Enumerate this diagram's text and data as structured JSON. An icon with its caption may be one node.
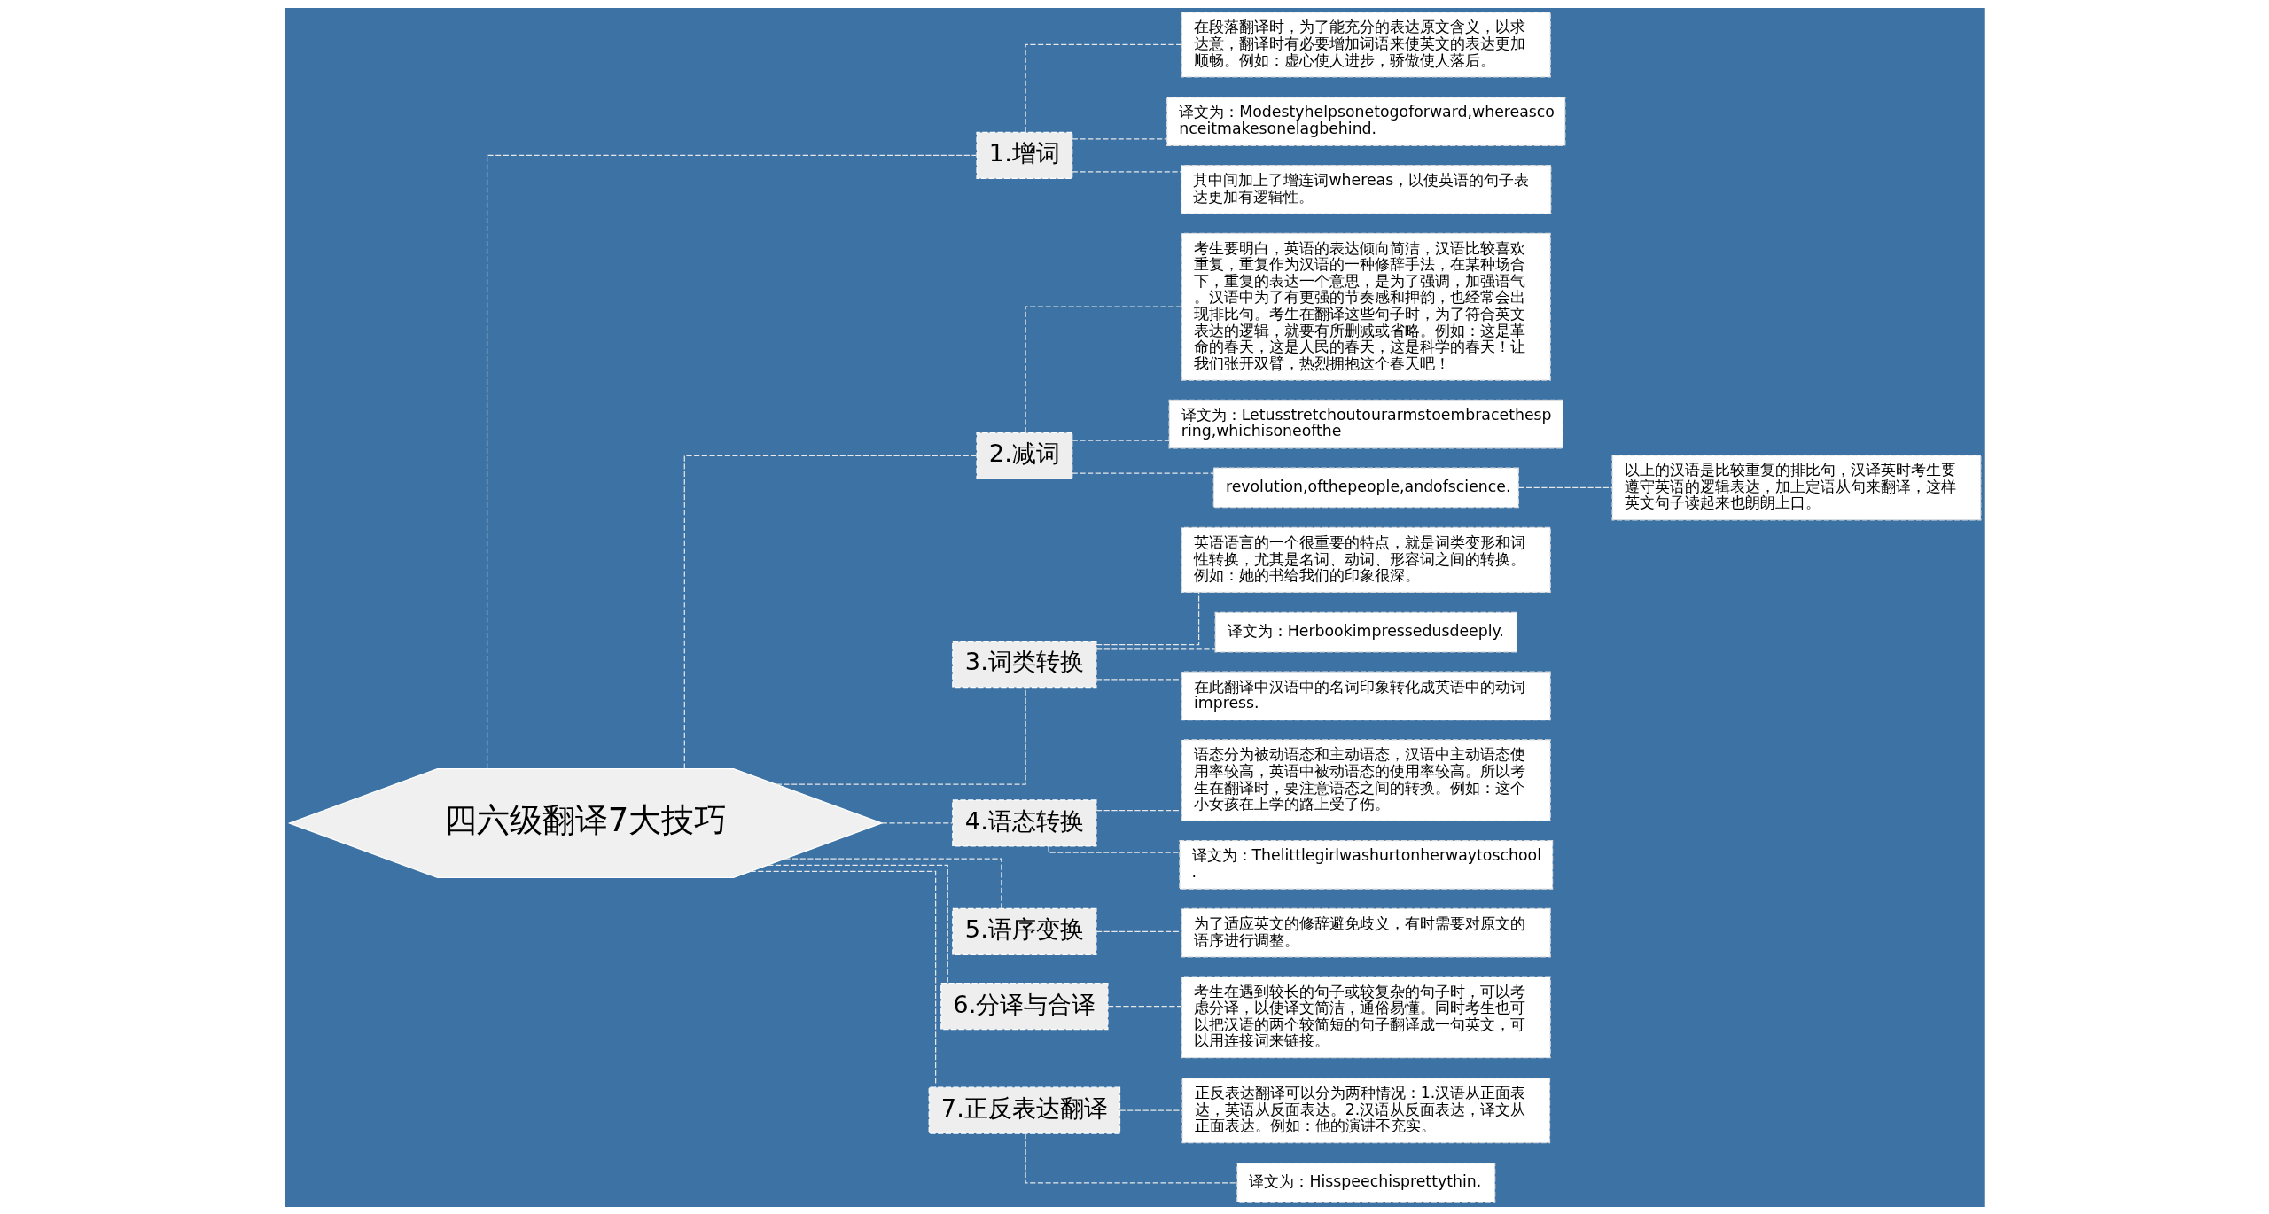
{
  "diagram": {
    "nodes": [
      {
        "text": [
          "四六级翻译7大技巧"
        ]
      },
      {
        "text": [
          "1.增词"
        ]
      },
      {
        "text": [
          "在段落翻译时，为了能充分的表达原文含义，以求达意，翻译时有必要增加词语来使英文的表达更加顺畅。例如：虚心使人进步，骄傲使人落后。"
        ]
      },
      {
        "text": [
          "译文为：Modestyhelpsonetogoforward,whereasconceitmakesonelagbehind."
        ]
      },
      {
        "text": [
          "其中间加上了增连词whereas，以使英语的句子表达更加有逻辑性。"
        ]
      },
      {
        "text": [
          "2.减词"
        ]
      },
      {
        "text": [
          "考生要明白，英语的表达倾向简洁，汉语比较喜欢重复，重复作为汉语的一种修辞手法，在某种场合下，重复的表达一个意思，是为了强调，加强语气。汉语中为了有更强的节奏感和押韵，也经常会出现排比句。考生在翻译这些句子时，为了符合英文表达的逻辑，就要有所删减或省略。例如：这是革命的春天，这是人民的春天，这是科学的春天！让我们张开双臂，热烈拥抱这个春天吧！"
        ]
      },
      {
        "text": [
          "译文为：Letusstretchoutourarmstoembracethespring,whichisoneofthe"
        ]
      },
      {
        "text": [
          "revolution,ofthepeople,andofscience."
        ]
      },
      {
        "text": [
          "以上的汉语是比较重复的排比句，汉译英时考生要遵守英语的逻辑表达，加上定语从句来翻译，这样英文句子读起来也朗朗上口。"
        ]
      },
      {
        "text": [
          "3.词类转换"
        ]
      },
      {
        "text": [
          "英语语言的一个很重要的特点，就是词类变形和词性转换，尤其是名词、动词、形容词之间的转换。例如：她的书给我们的印象很深。"
        ]
      },
      {
        "text": [
          "译文为：Herbookimpressedusdeeply."
        ]
      },
      {
        "text": [
          "在此翻译中汉语中的名词印象转化成英语中的动词impress."
        ]
      },
      {
        "text": [
          "4.语态转换"
        ]
      },
      {
        "text": [
          "语态分为被动语态和主动语态，汉语中主动语态使用率较高，英语中被动语态的使用率较高。所以考生在翻译时，要注意语态之间的转换。例如：这个小女孩在上学的路上受了伤。"
        ]
      },
      {
        "text": [
          "译文为：Thelittlegirlwashurtonherwaytoschool."
        ]
      },
      {
        "text": [
          "5.语序变换"
        ]
      },
      {
        "text": [
          "为了适应英文的修辞避免歧义，有时需要对原文的语序进行调整。"
        ]
      },
      {
        "text": [
          "6.分译与合译"
        ]
      },
      {
        "text": [
          "考生在遇到较长的句子或较复杂的句子时，可以考虑分译，以使译文简洁，通俗易懂。同时考生也可以把汉语的两个较简短的句子翻译成一句英文，可以用连接词来链接。"
        ]
      },
      {
        "text": [
          "7.正反表达翻译"
        ]
      },
      {
        "text": [
          "正反表达翻译可以分为两种情况：1.汉语从正面表达，英语从反面表达。2.汉语从反面表达，译文从正面表达。例如：他的演讲不充实。"
        ]
      },
      {
        "text": [
          "译文为：Hisspeechisprettythin."
        ]
      }
    ],
    "edges": [
      {
        "from": 0,
        "to": 1,
        "arrow": "none",
        "style": "dashed"
      },
      {
        "from": 1,
        "to": 2,
        "arrow": "none",
        "style": "dashed"
      },
      {
        "from": 1,
        "to": 3,
        "arrow": "none",
        "style": "dashed"
      },
      {
        "from": 1,
        "to": 4,
        "arrow": "none",
        "style": "dashed"
      },
      {
        "from": 0,
        "to": 5,
        "arrow": "none",
        "style": "dashed"
      },
      {
        "from": 5,
        "to": 6,
        "arrow": "none",
        "style": "dashed"
      },
      {
        "from": 5,
        "to": 7,
        "arrow": "none",
        "style": "dashed"
      },
      {
        "from": 5,
        "to": 8,
        "arrow": "none",
        "style": "dashed"
      },
      {
        "from": 8,
        "to": 9,
        "arrow": "none",
        "style": "dashed"
      },
      {
        "from": 0,
        "to": 10,
        "arrow": "none",
        "style": "dashed"
      },
      {
        "from": 10,
        "to": 11,
        "arrow": "none",
        "style": "dashed"
      },
      {
        "from": 10,
        "to": 12,
        "arrow": "none",
        "style": "dashed"
      },
      {
        "from": 10,
        "to": 13,
        "arrow": "none",
        "style": "dashed"
      },
      {
        "from": 0,
        "to": 14,
        "arrow": "none",
        "style": "dashed"
      },
      {
        "from": 14,
        "to": 15,
        "arrow": "none",
        "style": "dashed"
      },
      {
        "from": 14,
        "to": 16,
        "arrow": "none",
        "style": "dashed"
      },
      {
        "from": 0,
        "to": 17,
        "arrow": "none",
        "style": "dashed"
      },
      {
        "from": 17,
        "to": 18,
        "arrow": "none",
        "style": "dashed"
      },
      {
        "from": 0,
        "to": 19,
        "arrow": "none",
        "style": "dashed"
      },
      {
        "from": 19,
        "to": 20,
        "arrow": "none",
        "style": "dashed"
      },
      {
        "from": 0,
        "to": 21,
        "arrow": "none",
        "style": "dashed"
      },
      {
        "from": 21,
        "to": 22,
        "arrow": "none",
        "style": "dashed"
      },
      {
        "from": 21,
        "to": 23,
        "arrow": "none",
        "style": "dashed"
      }
    ]
  }
}
